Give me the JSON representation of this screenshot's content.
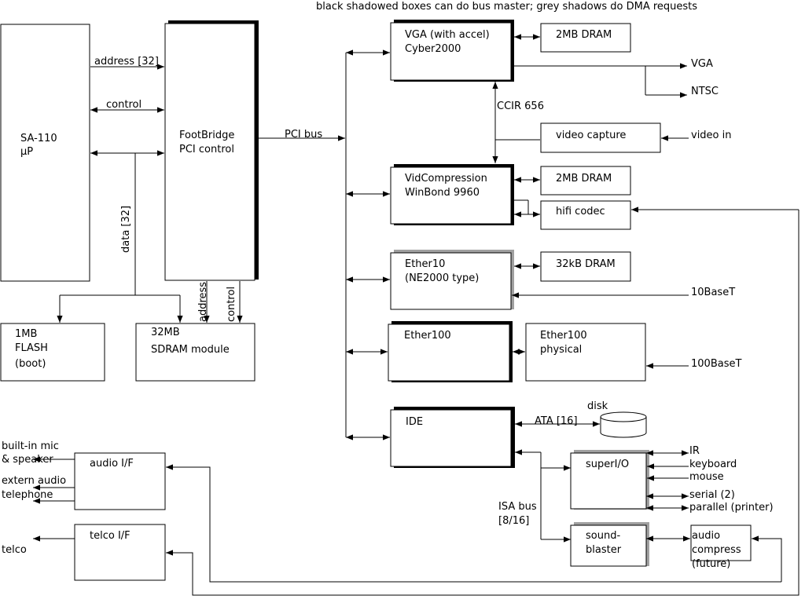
{
  "caption": "black shadowed boxes can do bus master; grey shadows do DMA requests",
  "cpu": {
    "line1": "SA-110",
    "line2": "μP"
  },
  "footbridge": {
    "line1": "FootBridge",
    "line2": "PCI control"
  },
  "bus_labels": {
    "address32": "address [32]",
    "control": "control",
    "data32": "data [32]",
    "pci_bus": "PCI bus",
    "sdram_address": "address",
    "sdram_control": "control",
    "ccir": "CCIR 656",
    "ata": "ATA [16]",
    "isa_line1": "ISA bus",
    "isa_line2": "[8/16]"
  },
  "flash": {
    "line1": "1MB",
    "line2": "FLASH",
    "line3": "(boot)"
  },
  "sdram": {
    "line1": "32MB",
    "line2": "SDRAM module"
  },
  "vga": {
    "line1": "VGA (with accel)",
    "line2": "Cyber2000"
  },
  "vga_dram": "2MB DRAM",
  "vga_out": "VGA",
  "ntsc_out": "NTSC",
  "video_capture": "video capture",
  "video_in": "video in",
  "vidcomp": {
    "line1": "VidCompression",
    "line2": "WinBond 9960"
  },
  "vidcomp_dram": "2MB DRAM",
  "hifi": "hifi codec",
  "ether10": {
    "line1": "Ether10",
    "line2": "(NE2000 type)"
  },
  "ether10_dram": "32kB DRAM",
  "tenbase": "10BaseT",
  "ether100": "Ether100",
  "ether100phy": {
    "line1": "Ether100",
    "line2": "physical"
  },
  "hundredbase": "100BaseT",
  "ide": "IDE",
  "disk": "disk",
  "superio": "superI/O",
  "superio_ports": {
    "ir": "IR",
    "keyboard": "keyboard",
    "mouse": "mouse",
    "serial": "serial (2)",
    "parallel": "parallel (printer)"
  },
  "soundblaster": {
    "line1": "sound-",
    "line2": "blaster"
  },
  "audio_compress": {
    "line1": "audio",
    "line2": "compress",
    "line3": "(future)"
  },
  "audio_if": "audio I/F",
  "audio_left": {
    "mic1": "built-in mic",
    "mic2": "& speaker",
    "extern": "extern audio",
    "telephone": "telephone"
  },
  "telco_if": "telco I/F",
  "telco": "telco"
}
